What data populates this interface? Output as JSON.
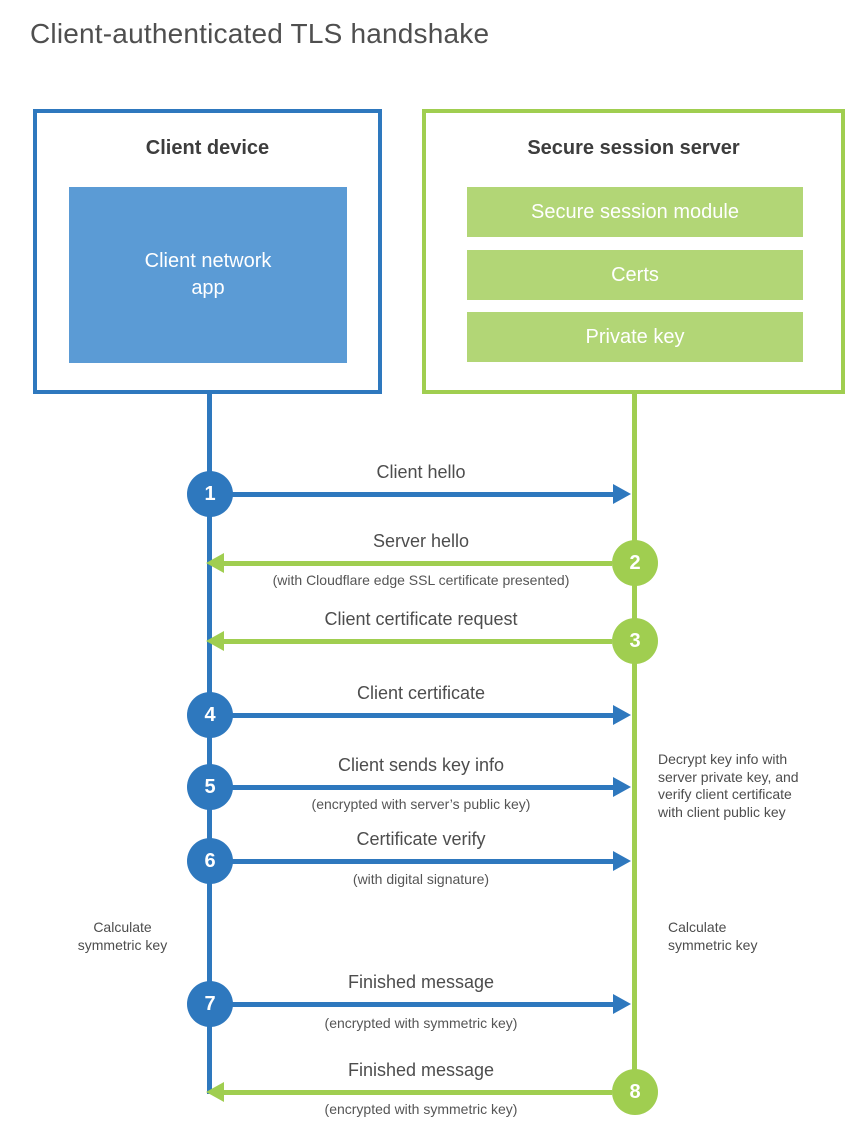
{
  "title": "Client-authenticated TLS handshake",
  "colors": {
    "blue_accent": "#2e78be",
    "blue_fill": "#5b9bd5",
    "green_accent": "#a0ce50",
    "green_fill": "#b2d676"
  },
  "client_box": {
    "title": "Client device",
    "app_label": "Client network\napp"
  },
  "server_box": {
    "title": "Secure session server",
    "bars": [
      "Secure session module",
      "Certs",
      "Private key"
    ]
  },
  "messages": [
    {
      "num": "1",
      "direction": "client-to-server",
      "label": "Client hello"
    },
    {
      "num": "2",
      "direction": "server-to-client",
      "label": "Server hello",
      "sublabel": "(with Cloudflare edge SSL certificate presented)"
    },
    {
      "num": "3",
      "direction": "server-to-client",
      "label": "Client certificate request"
    },
    {
      "num": "4",
      "direction": "client-to-server",
      "label": "Client certificate"
    },
    {
      "num": "5",
      "direction": "client-to-server",
      "label": "Client sends key info",
      "sublabel": "(encrypted with server’s public key)"
    },
    {
      "num": "6",
      "direction": "client-to-server",
      "label": "Certificate verify",
      "sublabel": "(with digital signature)"
    },
    {
      "num": "7",
      "direction": "client-to-server",
      "label": "Finished message",
      "sublabel": "(encrypted with symmetric key)"
    },
    {
      "num": "8",
      "direction": "server-to-client",
      "label": "Finished message",
      "sublabel": "(encrypted with symmetric key)"
    }
  ],
  "notes": {
    "decrypt": "Decrypt key info with\nserver private key, and\nverify client certificate\nwith client public key",
    "calculate_left": "Calculate\nsymmetric key",
    "calculate_right": "Calculate\nsymmetric key"
  }
}
